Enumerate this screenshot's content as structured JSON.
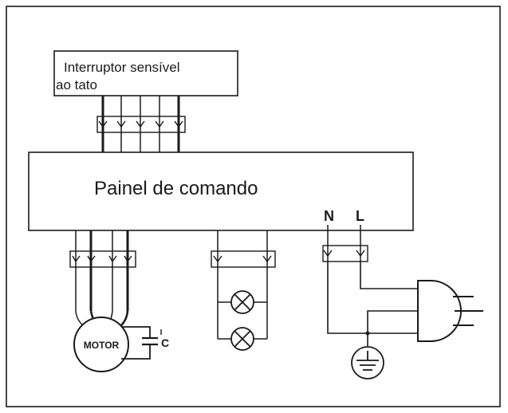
{
  "switch_label_line1": "Interruptor sensível",
  "switch_label_line2": "ao tato",
  "panel_label": "Painel de comando",
  "neutral_label": "N",
  "line_label": "L",
  "motor_label": "MOTOR",
  "capacitor_label": "C",
  "line_color": "#1a1a1a"
}
